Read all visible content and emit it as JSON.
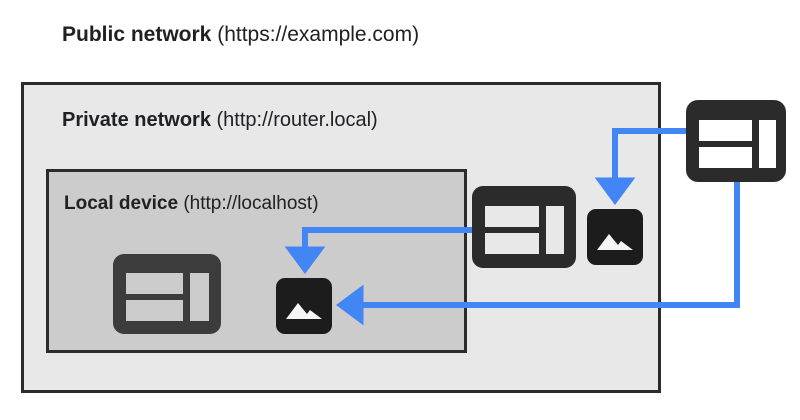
{
  "diagram": {
    "title": "Private Network Access diagram",
    "background": "#ffffff",
    "accent_color": "#4285f4",
    "ink_color": "#2b2b2b",
    "zones": [
      {
        "id": "public",
        "name_label": "Public network",
        "url_label": "(https://example.com)",
        "fill": "#ffffff",
        "has_border": false
      },
      {
        "id": "private",
        "name_label": "Private network",
        "url_label": "(http://router.local)",
        "fill": "#e8e8e8",
        "border": "#2b2b2b",
        "has_border": true
      },
      {
        "id": "local",
        "name_label": "Local device",
        "url_label": "(http://localhost)",
        "fill": "#cccccc",
        "border": "#2b2b2b",
        "has_border": true
      }
    ],
    "nodes": [
      {
        "id": "browser-public",
        "icon": "browser-window-icon",
        "zone": "public",
        "color": "#2b2b2b"
      },
      {
        "id": "browser-router",
        "icon": "browser-window-icon",
        "zone": "private",
        "color": "#2b2b2b"
      },
      {
        "id": "image-router",
        "icon": "image-resource-icon",
        "zone": "private",
        "color": "#1c1c1c"
      },
      {
        "id": "browser-local",
        "icon": "browser-window-icon",
        "zone": "local",
        "color": "#3c3c3c"
      },
      {
        "id": "image-local",
        "icon": "image-resource-icon",
        "zone": "local",
        "color": "#1c1c1c"
      }
    ],
    "connections": [
      {
        "id": "public-to-router-image",
        "from": "browser-public",
        "to": "image-router",
        "color": "#4285f4"
      },
      {
        "id": "router-to-local-image",
        "from": "browser-router",
        "to": "image-local",
        "color": "#4285f4"
      },
      {
        "id": "public-to-local-image",
        "from": "browser-public",
        "to": "image-local",
        "color": "#4285f4"
      }
    ]
  }
}
